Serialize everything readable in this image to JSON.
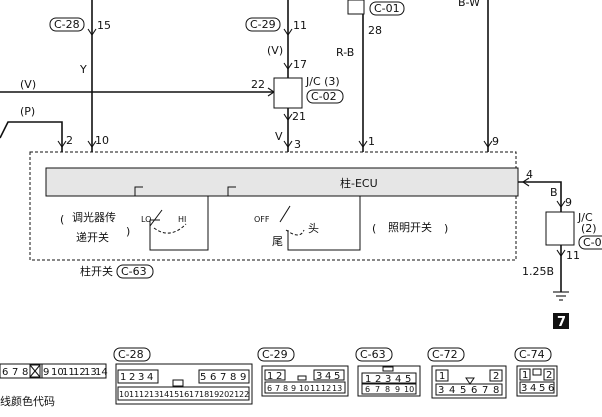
{
  "wires": {
    "c28_ref": "C-28",
    "pin_15": "15",
    "color_y": "Y",
    "pin_10": "10",
    "c29_ref": "C-29",
    "pin_11_top": "11",
    "v_label_top": "(V)",
    "pin_17": "17",
    "jc3_label": "J/C (3)",
    "c02_ref": "C-02",
    "pin_22": "22",
    "pin_21": "21",
    "color_v_mid": "V",
    "pin_3": "3",
    "c01_ref": "C-01",
    "pin_28": "28",
    "color_rb": "R-B",
    "pin_1": "1",
    "color_bw": "B-W",
    "pin_9_top": "9",
    "left_v_label": "(V)",
    "left_p_label": "(P)",
    "pin_2": "2",
    "pin_4": "4",
    "color_b": "B",
    "pin_9_right": "9",
    "jc2_label": "J/C",
    "jc2_num": "(2)",
    "c0x_ref": "C-0",
    "pin_11_right": "11",
    "wire_125b": "1.25B",
    "ground_ref": "7"
  },
  "switch_unit": {
    "ecu_label": "柱-ECU",
    "dimmer_line1": "调光器传",
    "dimmer_line2": "递开关",
    "lo_label": "LO",
    "hi_label": "HI",
    "off_label": "OFF",
    "tail_label": "尾",
    "head_label": "头",
    "light_switch_label": "照明开关",
    "assembly_label": "柱开关",
    "assembly_ref": "C-63"
  },
  "connectors": {
    "c28": {
      "ref": "C-28",
      "row1": [
        "1",
        "2",
        "3",
        "4",
        "5",
        "6",
        "7",
        "8",
        "9"
      ],
      "row2": [
        "10",
        "11",
        "12",
        "13",
        "14",
        "15",
        "16",
        "17",
        "18",
        "19",
        "20",
        "21",
        "22"
      ]
    },
    "c29": {
      "ref": "C-29",
      "row1": [
        "1",
        "2",
        "3",
        "4",
        "5"
      ],
      "row2": [
        "6",
        "7",
        "8",
        "9",
        "10",
        "11",
        "12",
        "13"
      ]
    },
    "c63": {
      "ref": "C-63",
      "row1": [
        "1",
        "2",
        "3",
        "4",
        "5"
      ],
      "row2": [
        "6",
        "7",
        "8",
        "9",
        "10"
      ]
    },
    "c72": {
      "ref": "C-72",
      "row1": [
        "1",
        "2"
      ],
      "row2": [
        "3",
        "4",
        "5",
        "6",
        "7",
        "8"
      ]
    },
    "c74": {
      "ref": "C-74",
      "row1": [
        "1",
        "2"
      ],
      "row2": [
        "3",
        "4",
        "5",
        "6"
      ]
    },
    "left_partial": {
      "cells": [
        "6",
        "7",
        "8"
      ],
      "cells2": [
        "9",
        "10",
        "11",
        "12",
        "13",
        "14"
      ]
    }
  },
  "legend": {
    "wire_color_code": "线颜色代码"
  }
}
